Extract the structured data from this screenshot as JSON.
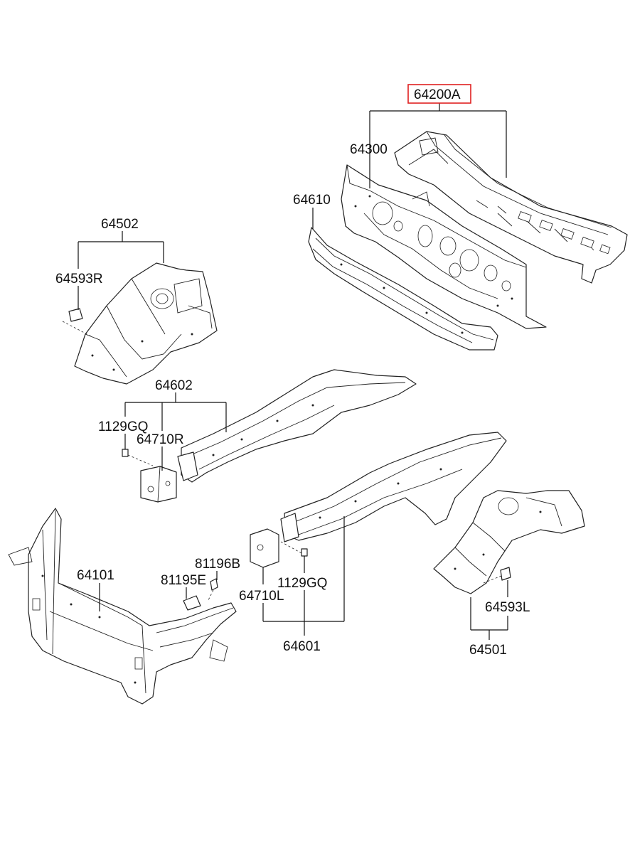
{
  "labels": {
    "p64200A": "64200A",
    "p64300": "64300",
    "p64610": "64610",
    "p64502": "64502",
    "p64593R": "64593R",
    "p64602": "64602",
    "p1129GQ_top": "1129GQ",
    "p64710R": "64710R",
    "p81196B": "81196B",
    "p81195E": "81195E",
    "p64101": "64101",
    "p1129GQ_bottom": "1129GQ",
    "p64710L": "64710L",
    "p64601": "64601",
    "p64593L": "64593L",
    "p64501": "64501"
  },
  "highlight_color": "#e02020"
}
